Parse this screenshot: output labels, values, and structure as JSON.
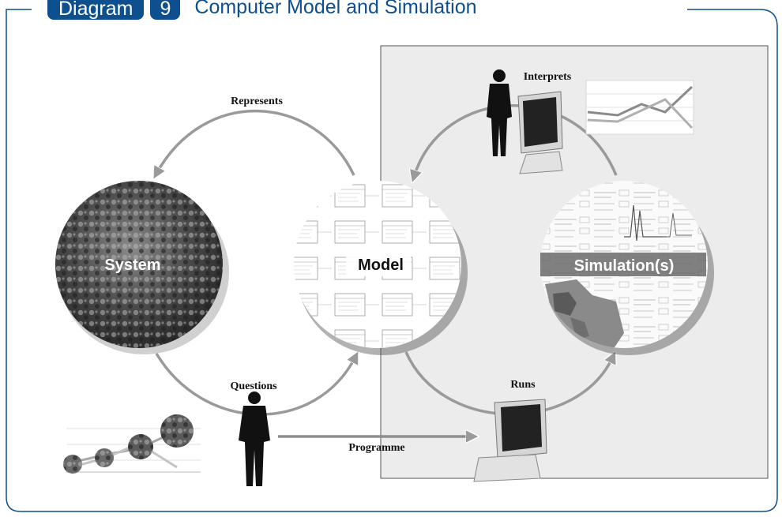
{
  "header": {
    "tag": "Diagram",
    "number": "9",
    "title": "Computer Model and Simulation"
  },
  "labels": {
    "represents": "Represents",
    "interprets": "Interprets",
    "questions": "Questions",
    "runs": "Runs",
    "programme": "Programme"
  },
  "nodes": {
    "system": "System",
    "model": "Model",
    "simulation": "Simulation(s)"
  },
  "colors": {
    "brand": "#0d4f8f",
    "panel": "#ececec",
    "border": "#0d4f8f"
  },
  "icons": [
    "person-silhouette-icon",
    "computer-icon",
    "line-chart-icon",
    "bubble-chart-icon"
  ]
}
